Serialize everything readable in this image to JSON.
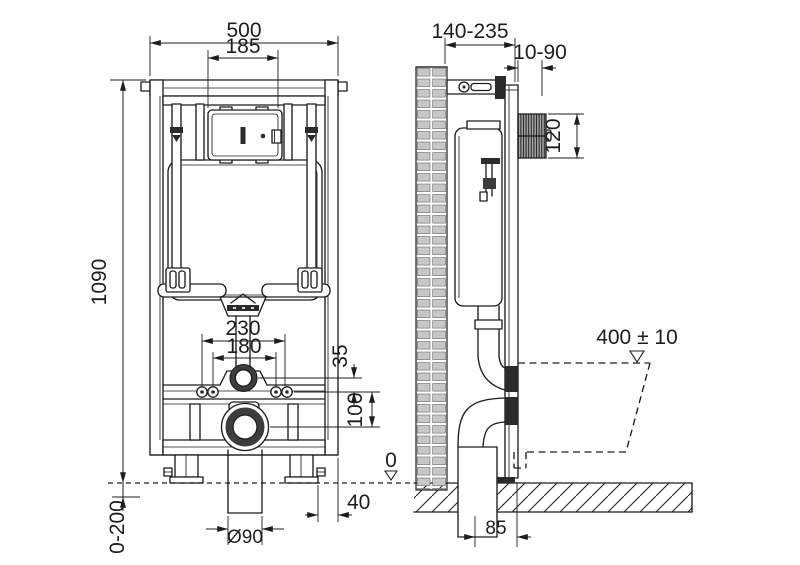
{
  "drawing": {
    "colors": {
      "line": "#1d1d1d",
      "background": "#ffffff",
      "wall_block_fill": "#c7c7c7",
      "flush_plate_fill": "#a8a8a8",
      "dark_fill": "#2b2b2b"
    },
    "dimensions": {
      "overall_width": "500",
      "hanger_spacing": "185",
      "frame_height": "1090",
      "frame_depth_range": "140-235",
      "finish_distance_range": "10-90",
      "flush_plate_height": "120",
      "fixing_spacing_outer": "230",
      "fixing_spacing_inner": "180",
      "flush_pipe_to_fixings": "35",
      "fixings_to_outlet": "100",
      "bowl_rim_height": "400 ± 10",
      "floor_datum": "0",
      "leg_adjustment": "0-200",
      "foot_edge_offset": "40",
      "drain_diameter": "Ø90",
      "outlet_wall_distance": "85"
    }
  }
}
